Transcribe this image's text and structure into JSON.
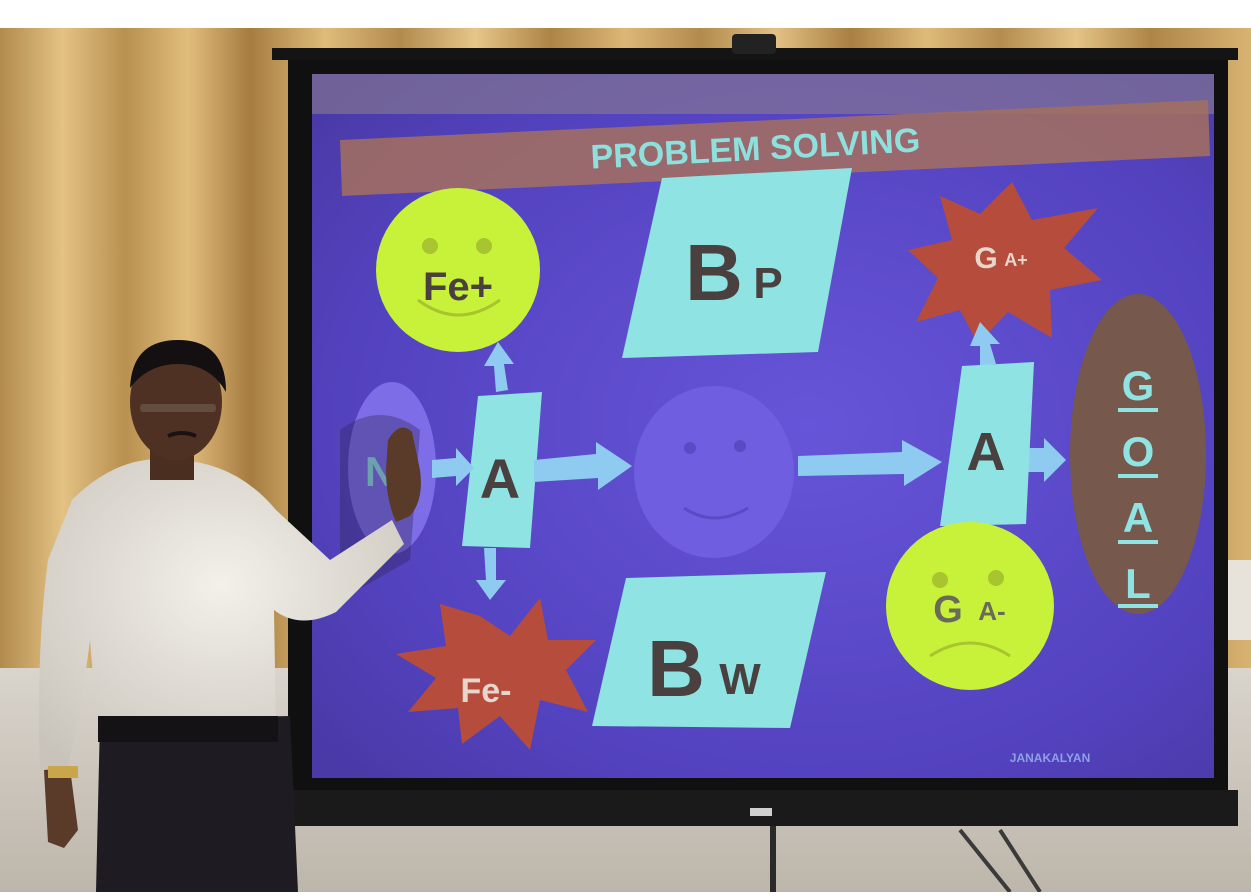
{
  "photo": {
    "caption_fragment": "",
    "slide": {
      "title": "PROBLEM SOLVING",
      "labels": {
        "feel_positive": "Fe+",
        "feel_negative": "Fe-",
        "belief_positive_main": "B",
        "belief_positive_sub": "P",
        "belief_negative_main": "B",
        "belief_negative_sub": "W",
        "action_left": "A",
        "action_right": "A",
        "need": "N",
        "goal_achieved_main": "G",
        "goal_achieved_sub": "A+",
        "goal_not_achieved_main": "G",
        "goal_not_achieved_sub": "A-",
        "goal_letters": [
          "G",
          "O",
          "A",
          "L"
        ],
        "watermark": "JANAKALYAN"
      }
    },
    "colors": {
      "slide_bg": "#5646c6",
      "title_band": "#a5705e",
      "title_text": "#8ee0dc",
      "cyan": "#8fe3e2",
      "lime": "#c8f23a",
      "star_red": "#b64c3b",
      "goal_ellipse": "#76584c",
      "curtain": "#caa46a",
      "screen_frame": "#141414"
    }
  }
}
